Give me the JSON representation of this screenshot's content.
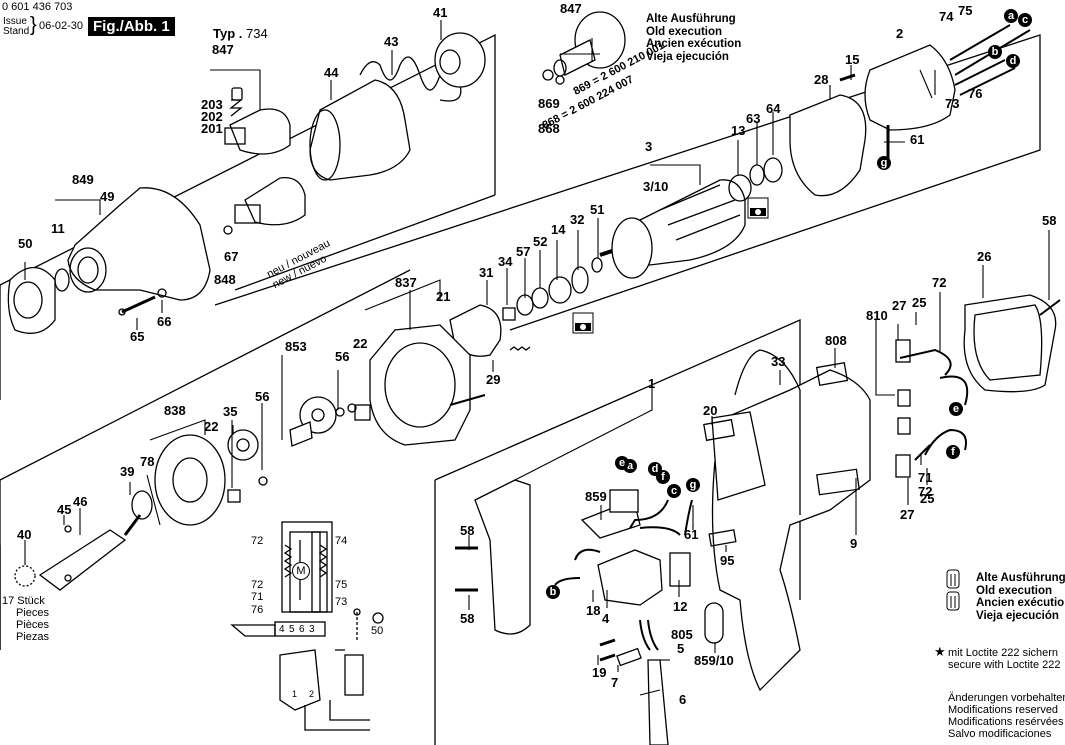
{
  "header": {
    "part_number": "0 601 436 703",
    "issue_label": "Issue",
    "stand_label": "Stand",
    "date": "06-02-30",
    "figure_title": "Fig./Abb. 1",
    "type_label": "Typ .",
    "type_value": "734"
  },
  "notes": {
    "old_execution_top": [
      "Alte Ausführung",
      "Old execution",
      "Ancien exécution",
      "Vieja ejecución"
    ],
    "old_execution_bottom": [
      "Alte Ausführung",
      "Old execution",
      "Ancien exécution",
      "Vieja ejecución"
    ],
    "loctite": [
      "mit Loctite 222 sichern",
      "secure with Loctite 222"
    ],
    "modifications": [
      "Änderungen vorbehalten",
      "Modifications reserved",
      "Modifications resérvées",
      "Salvo modificaciones"
    ],
    "pieces": [
      "17 Stück",
      "Pieces",
      "Pièces",
      "Piezas"
    ],
    "new_label": [
      "neu / nouveau",
      "new / nuevo"
    ],
    "part_869": "869 = 2 600 210 001",
    "part_868": "868 = 2 600 224 007"
  },
  "callouts": [
    "41",
    "43",
    "44",
    "847",
    "203",
    "202",
    "201",
    "67",
    "848",
    "849",
    "49",
    "11",
    "50",
    "65",
    "66",
    "847",
    "869",
    "868",
    "74",
    "75",
    "2",
    "15",
    "28",
    "73",
    "76",
    "61",
    "3",
    "3/10",
    "13",
    "63",
    "64",
    "51",
    "32",
    "14",
    "52",
    "57",
    "34",
    "31",
    "21",
    "837",
    "22",
    "29",
    "853",
    "56",
    "56",
    "838",
    "35",
    "22",
    "39",
    "78",
    "46",
    "45",
    "40",
    "58",
    "26",
    "72",
    "27",
    "25",
    "810",
    "808",
    "33",
    "20",
    "1",
    "859",
    "12",
    "61",
    "9",
    "95",
    "58",
    "58",
    "18",
    "4",
    "805",
    "5",
    "19",
    "7",
    "6",
    "859/10",
    "27",
    "25",
    "71",
    "72"
  ],
  "wire_markers": [
    "a",
    "b",
    "c",
    "d",
    "e",
    "f",
    "g"
  ],
  "schematic": {
    "labels": [
      "72",
      "74",
      "72",
      "71",
      "75",
      "73",
      "76",
      "50"
    ],
    "terminals": [
      "4",
      "5",
      "6",
      "3"
    ],
    "switch_terminals": [
      "1",
      "2"
    ],
    "motor": "M"
  }
}
